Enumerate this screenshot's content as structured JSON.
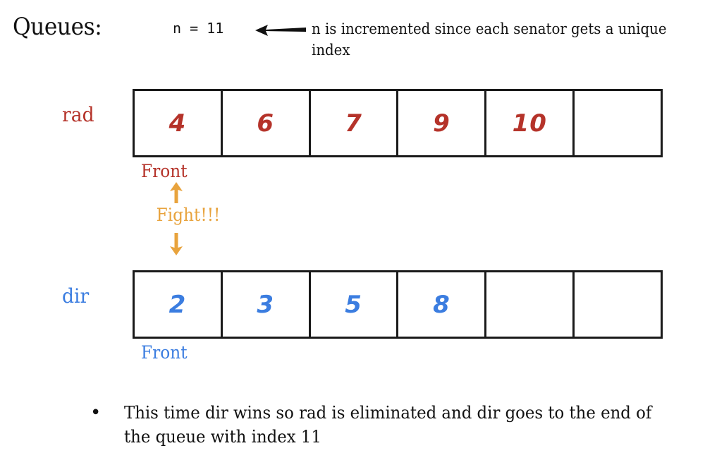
{
  "header": {
    "title": "Queues:",
    "n_label": "n = 11",
    "arrow_icon": "left-arrow-icon",
    "note": "n is incremented since each senator gets a unique index"
  },
  "queues": [
    {
      "id": "rad",
      "label": "rad",
      "color": "#B5332A",
      "front_label": "Front",
      "cells": [
        "4",
        "6",
        "7",
        "9",
        "10",
        ""
      ]
    },
    {
      "id": "dir",
      "label": "dir",
      "color": "#3B7DE0",
      "front_label": "Front",
      "cells": [
        "2",
        "3",
        "5",
        "8",
        "",
        ""
      ]
    }
  ],
  "fight": {
    "label": "Fight!!!",
    "color": "#E8A33D",
    "arrow_up_icon": "arrow-up-icon",
    "arrow_down_icon": "arrow-down-icon"
  },
  "bullet": {
    "marker": "•",
    "text": "This time dir wins so rad is eliminated and dir goes to the end of the queue with index 11"
  }
}
